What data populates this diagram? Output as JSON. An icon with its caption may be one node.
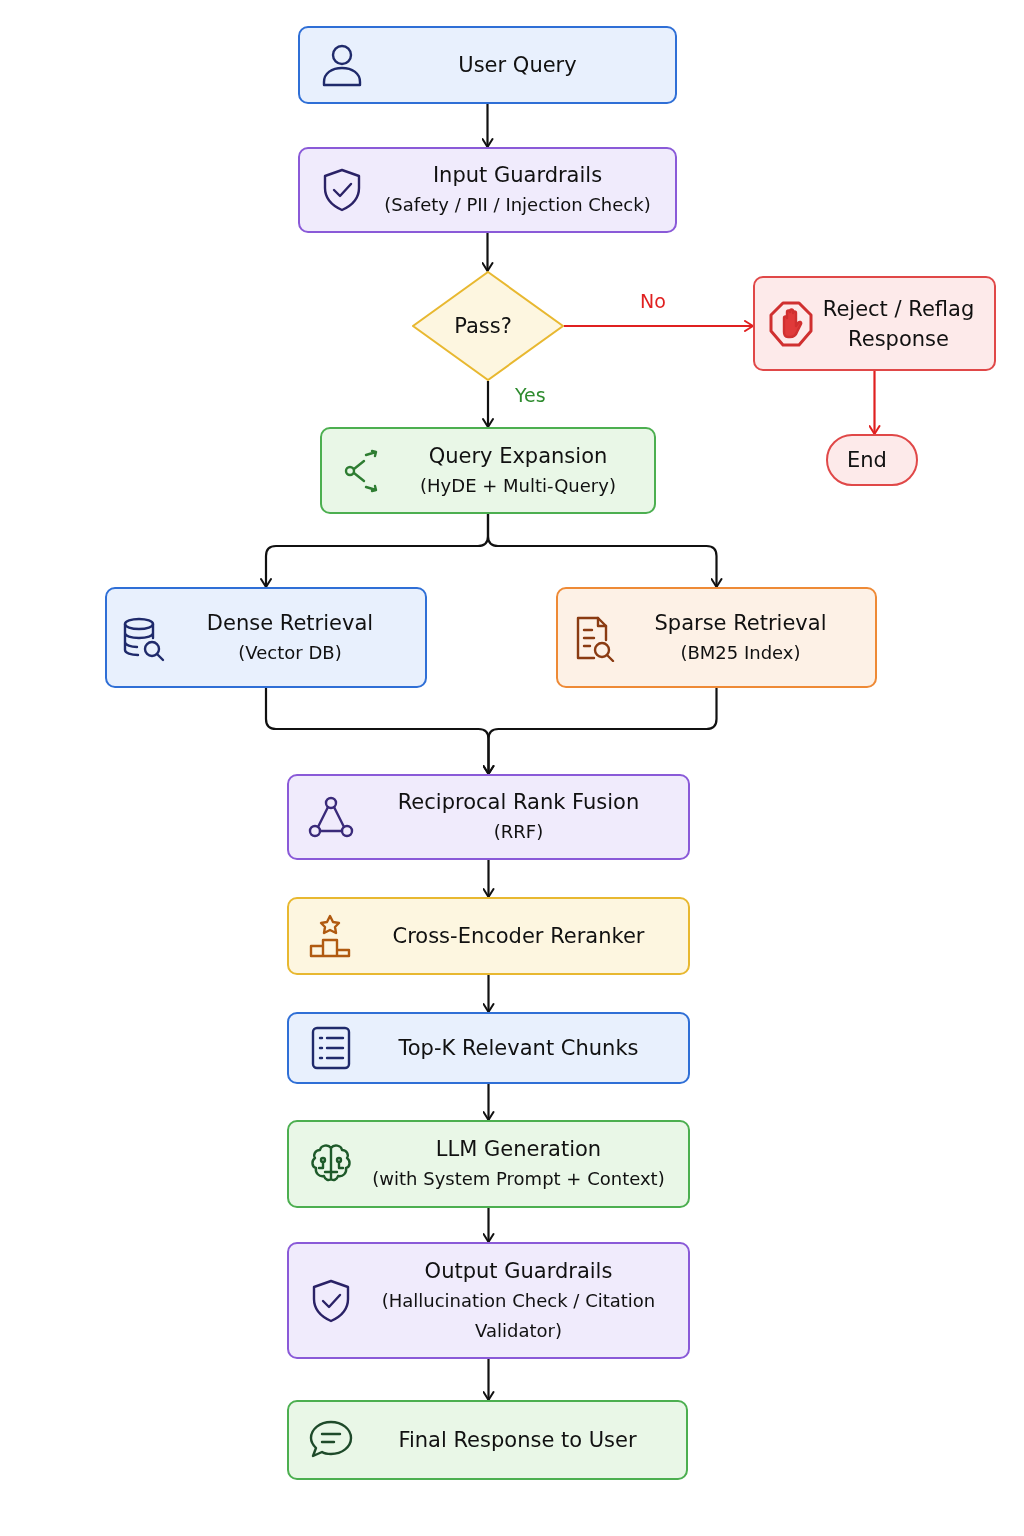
{
  "diagram": {
    "nodes": [
      {
        "text": [
          "User Query"
        ]
      },
      {
        "text": [
          "Input Guardrails",
          "(Safety / PII / Injection Check)"
        ]
      },
      {
        "text": [
          "Pass?"
        ]
      },
      {
        "text": [
          "Reject / Reflag Response"
        ]
      },
      {
        "text": [
          "End"
        ]
      },
      {
        "text": [
          "Query Expansion",
          "(HyDE + Multi-Query)"
        ]
      },
      {
        "text": [
          "Dense Retrieval",
          "(Vector DB)"
        ]
      },
      {
        "text": [
          "Sparse Retrieval",
          "(BM25 Index)"
        ]
      },
      {
        "text": [
          "Reciprocal Rank Fusion",
          "(RRF)"
        ]
      },
      {
        "text": [
          "Cross-Encoder Reranker"
        ]
      },
      {
        "text": [
          "Top-K Relevant Chunks"
        ]
      },
      {
        "text": [
          "LLM Generation",
          "(with System Prompt + Context)"
        ]
      },
      {
        "text": [
          "Output Guardrails",
          "(Hallucination Check / Citation Validator)"
        ]
      },
      {
        "text": [
          "Final Response to User"
        ]
      }
    ],
    "edges": [
      {
        "from": 0,
        "to": 1,
        "arrow": "to"
      },
      {
        "from": 1,
        "to": 2,
        "arrow": "to"
      },
      {
        "from": 2,
        "to": 3,
        "arrow": "to",
        "label": "No",
        "color": "#e02020"
      },
      {
        "from": 3,
        "to": 4,
        "arrow": "to",
        "color": "#e02020"
      },
      {
        "from": 2,
        "to": 5,
        "arrow": "to",
        "label": "Yes"
      },
      {
        "from": 5,
        "to": 6,
        "arrow": "to"
      },
      {
        "from": 5,
        "to": 7,
        "arrow": "to"
      },
      {
        "from": 6,
        "to": 8,
        "arrow": "to"
      },
      {
        "from": 7,
        "to": 8,
        "arrow": "to"
      },
      {
        "from": 8,
        "to": 9,
        "arrow": "to"
      },
      {
        "from": 9,
        "to": 10,
        "arrow": "to"
      },
      {
        "from": 10,
        "to": 11,
        "arrow": "to"
      },
      {
        "from": 11,
        "to": 12,
        "arrow": "to"
      },
      {
        "from": 12,
        "to": 13,
        "arrow": "to"
      }
    ]
  }
}
